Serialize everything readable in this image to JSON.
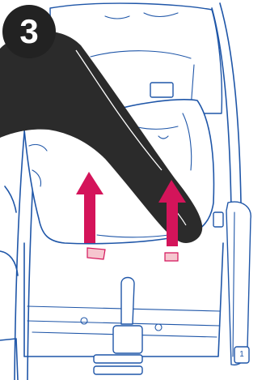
{
  "step": {
    "number": "3"
  },
  "tag": {
    "label": "1"
  },
  "colors": {
    "line": "#1f56a8",
    "arrow": "#d4145a",
    "badge": "#222222",
    "arm": "#2b2b2b"
  },
  "arrows": {
    "count": 2,
    "direction": "up"
  },
  "icons": [
    "step-badge",
    "hand-arm-icon",
    "up-arrow-icon",
    "seat-cover-icon",
    "buckle-icon",
    "release-icon"
  ]
}
